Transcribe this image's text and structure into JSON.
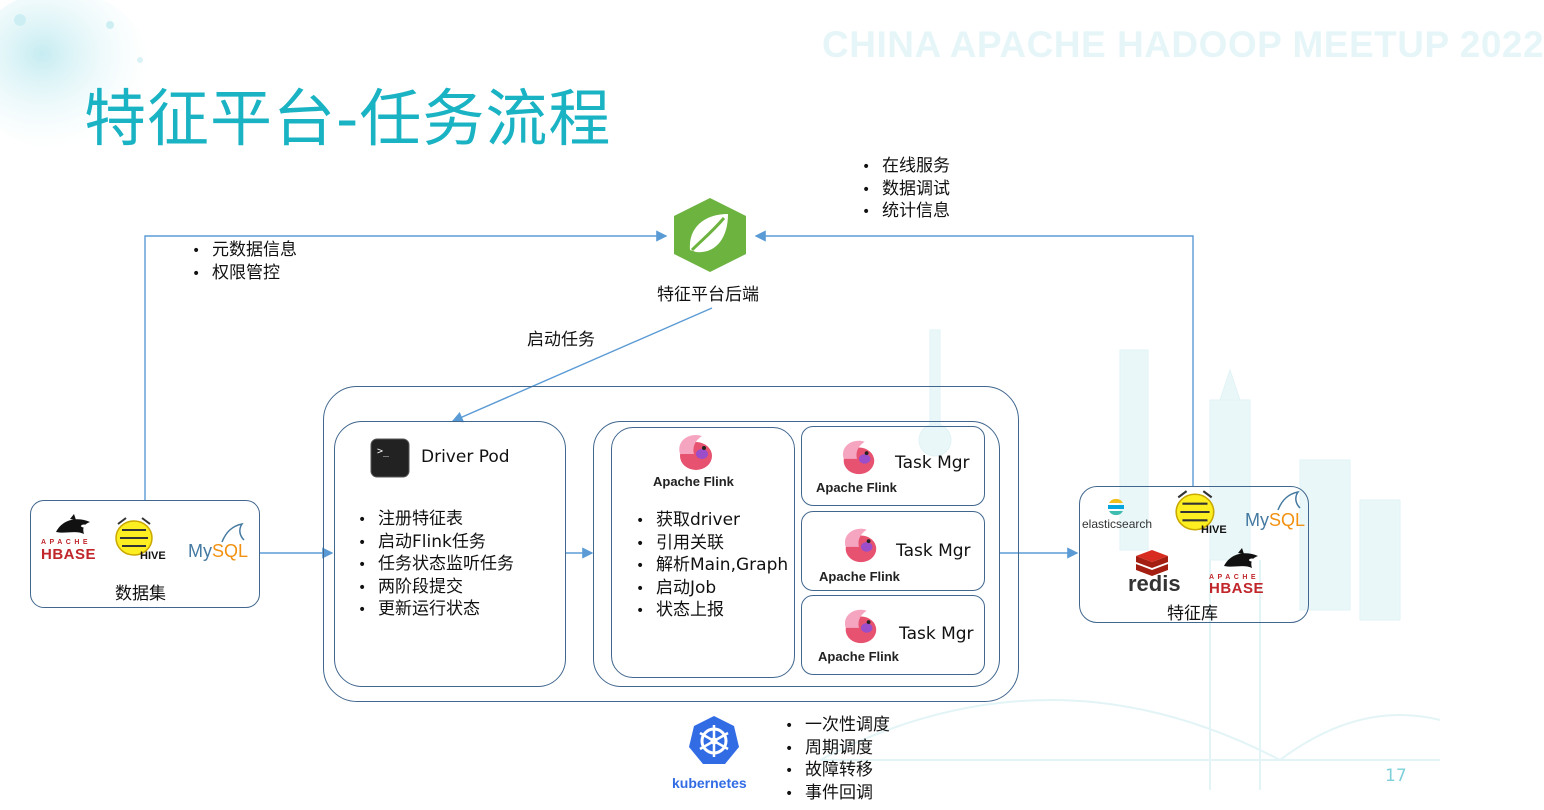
{
  "slide": {
    "watermark": "CHINA APACHE HADOOP MEETUP 2022",
    "title": "特征平台-任务流程",
    "page_number": "17"
  },
  "backend": {
    "label": "特征平台后端",
    "bullets": [
      "在线服务",
      "数据调试",
      "统计信息"
    ]
  },
  "left_meta_bullets": [
    "元数据信息",
    "权限管控"
  ],
  "start_task_label": "启动任务",
  "datasets": {
    "label": "数据集",
    "logos": {
      "hbase_top": "APACHE",
      "hbase_main": "HBASE",
      "hive": "HIVE",
      "mysql_a": "My",
      "mysql_b": "SQL"
    }
  },
  "driver_pod": {
    "title": "Driver Pod",
    "bullets": [
      "注册特征表",
      "启动Flink任务",
      "任务状态监听任务",
      "两阶段提交",
      "更新运行状态"
    ]
  },
  "flink_master": {
    "caption": "Apache Flink",
    "bullets": [
      "获取driver",
      "引用关联",
      "解析Main,Graph",
      "启动Job",
      "状态上报"
    ]
  },
  "task_managers": [
    {
      "label": "Task Mgr",
      "caption": "Apache Flink"
    },
    {
      "label": "Task Mgr",
      "caption": "Apache Flink"
    },
    {
      "label": "Task Mgr",
      "caption": "Apache Flink"
    }
  ],
  "feature_store": {
    "label": "特征库",
    "logos": {
      "elasticsearch": "elasticsearch",
      "hive": "HIVE",
      "mysql_a": "My",
      "mysql_b": "SQL",
      "redis": "redis",
      "hbase_top": "APACHE",
      "hbase_main": "HBASE"
    }
  },
  "kubernetes": {
    "label": "kubernetes",
    "bullets": [
      "一次性调度",
      "周期调度",
      "故障转移",
      "事件回调"
    ]
  },
  "colors": {
    "title": "#1ab3c4",
    "box_border": "#41678e",
    "arrow": "#5b9bd5",
    "spring_green": "#6db33f",
    "k8s_blue": "#326ce5"
  }
}
